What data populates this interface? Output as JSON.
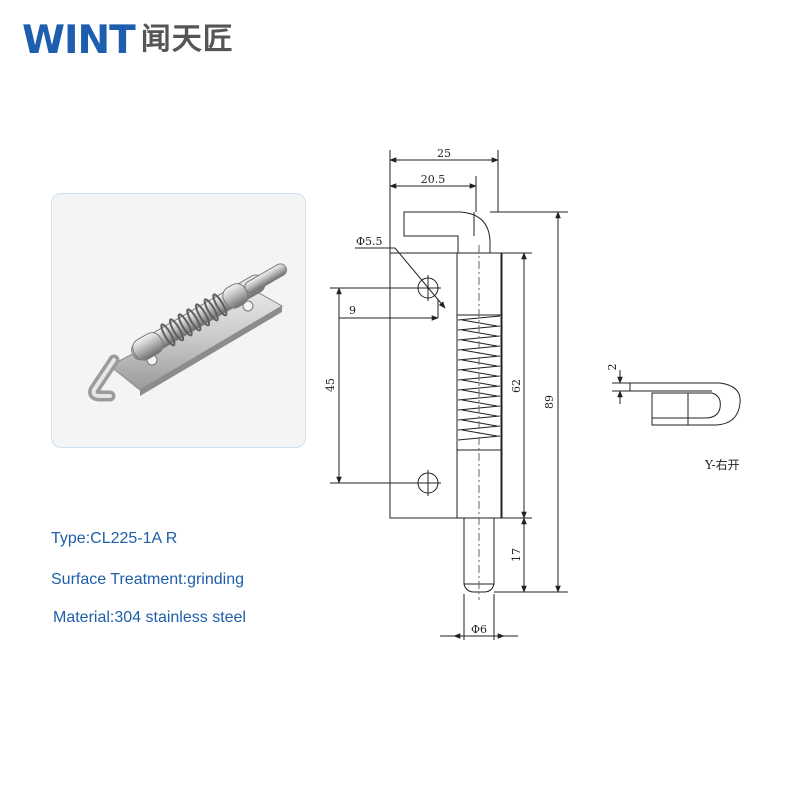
{
  "brand": {
    "latin": "WINT",
    "chinese": "闻天匠",
    "color": "#1d5fae"
  },
  "specs": {
    "type": "Type:CL225-1A R",
    "surface": "Surface Treatment:grinding",
    "material": "Material:304 stainless steel",
    "color": "#1f5fa8"
  },
  "drawing": {
    "dimensions": {
      "overall_width": "25",
      "pin_offset": "20.5",
      "hole_diameter": "Φ5.5",
      "hole_offset": "9",
      "hole_spacing": "45",
      "plate_height": "62",
      "overall_length": "89",
      "pin_extension": "17",
      "pin_diameter": "Φ6",
      "plate_thickness": "2"
    },
    "side_view_caption": "Y-右开"
  }
}
